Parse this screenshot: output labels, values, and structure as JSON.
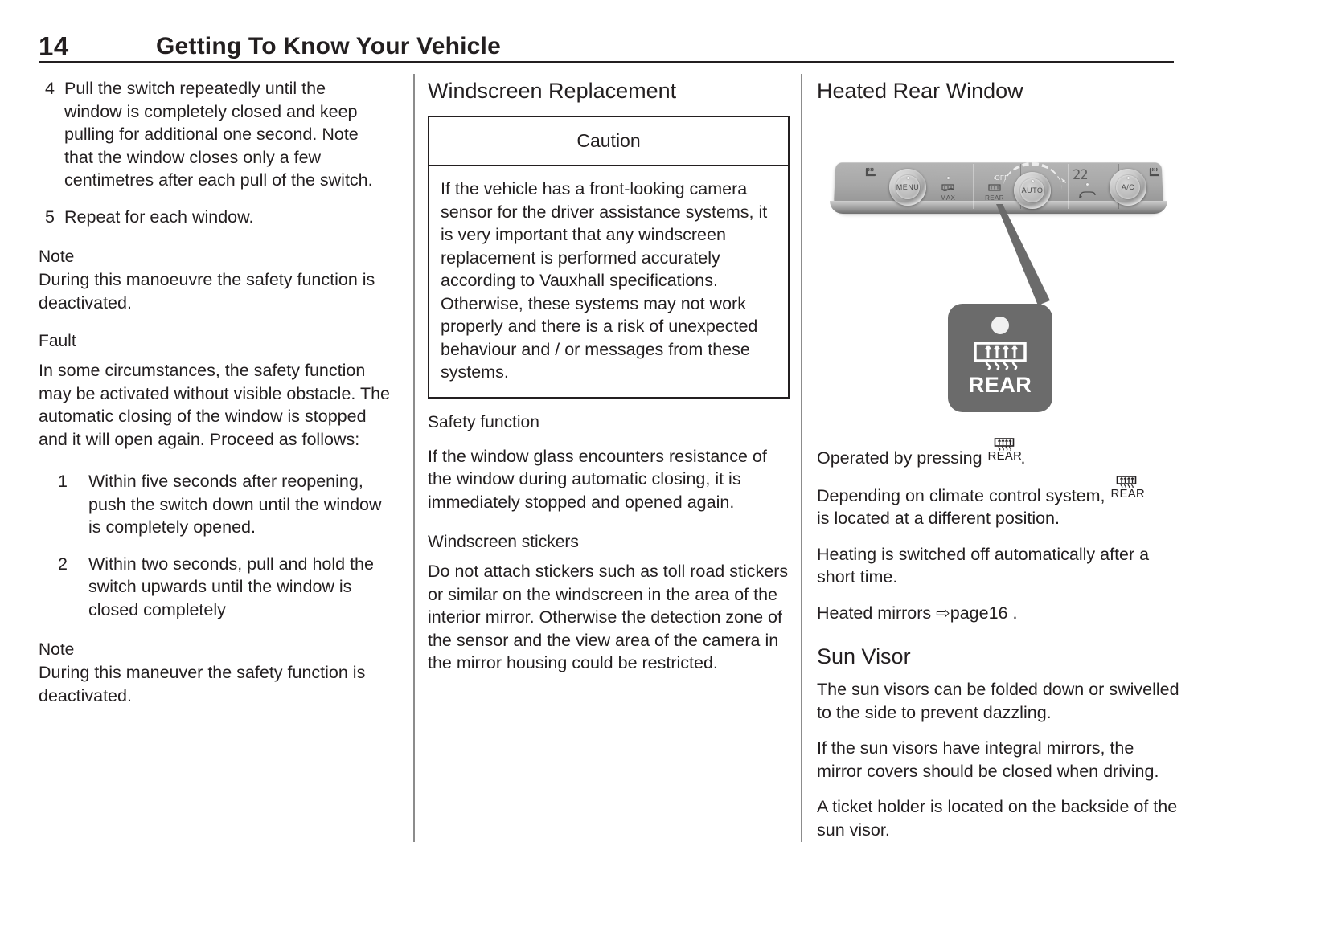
{
  "header": {
    "page_number": "14",
    "title": "Getting To Know Your Vehicle"
  },
  "left_column": {
    "steps_continued": [
      {
        "num": "4",
        "text": "Pull the switch repeatedly until the window is completely closed and keep pulling for additional one second. Note that the window closes only a few centimetres after each pull of the switch."
      },
      {
        "num": "5",
        "text": "Repeat for each window."
      }
    ],
    "note_1": {
      "title": "Note",
      "text": "During this manoeuvre the safety function is deactivated."
    },
    "fault": {
      "title": "Fault",
      "intro": "In some circumstances, the safety function may be activated without visible obstacle. The automatic closing of the window is stopped and it will open again. Proceed as follows:",
      "steps": [
        {
          "num": "1",
          "text": "Within five seconds after reopening, push the switch down until the window is completely opened."
        },
        {
          "num": "2",
          "text": "Within two seconds, pull and hold the switch upwards until the window is closed completely"
        }
      ]
    },
    "note_2": {
      "title": "Note",
      "text": "During this maneuver the safety function is deactivated."
    }
  },
  "middle_column": {
    "title": "Windscreen Replacement",
    "caution": {
      "heading": "Caution",
      "body": "If the vehicle has a front-looking camera sensor for the driver assistance systems, it is very important that any windscreen replacement is performed accurately according to Vauxhall specifications. Otherwise, these systems may not work properly and there is a risk of unexpected behaviour and / or messages from these systems."
    },
    "safety_function": {
      "title": "Safety function",
      "text": "If the window glass encounters resistance of the window during automatic closing, it is immediately stopped and opened again."
    },
    "windscreen_stickers": {
      "title": "Windscreen stickers",
      "text": "Do not attach stickers such as toll road stickers or similar on the windscreen in the area of the interior mirror. Otherwise the detection zone of the sensor and the view area of the camera in the mirror housing could be restricted."
    }
  },
  "right_column": {
    "title": "Heated Rear Window",
    "figure": {
      "panel_labels": {
        "menu_knob": "MENU",
        "auto_knob": "AUTO",
        "ac_knob": "A/C",
        "off_label": "OFF",
        "max_label": "MAX",
        "rear_label": "REAR",
        "temperature_display": "22"
      },
      "callout": {
        "label": "REAR",
        "icon_name": "rear-defrost-icon"
      }
    },
    "operated_by_pressing_prefix": "Operated by pressing ",
    "operated_by_pressing_suffix": ".",
    "inline_icon_label": "REAR",
    "depending_prefix": "Depending on climate control system, ",
    "depending_suffix": "is located at a different position.",
    "heating_off_text": "Heating is switched off automatically after a short time.",
    "heated_mirrors": {
      "label": "Heated mirrors ",
      "arrow": "⇨",
      "page_ref": "page16 ."
    },
    "sun_visor": {
      "title": "Sun Visor",
      "paragraph_1": "The sun visors can be folded down or swivelled to the side to prevent dazzling.",
      "paragraph_2": "If the sun visors have integral mirrors, the mirror covers should be closed when driving.",
      "paragraph_3": "A ticket holder is located on the backside of the sun visor."
    }
  }
}
